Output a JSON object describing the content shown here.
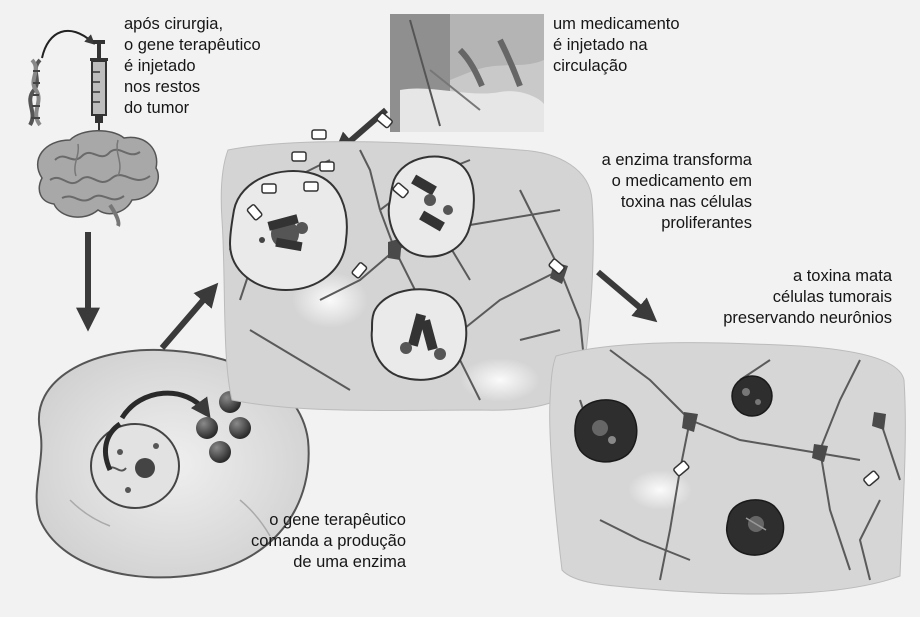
{
  "labels": {
    "gene_injected": "após cirurgia,\no gene terapêutico\né injetado\nnos restos\ndo tumor",
    "drug_injected": "um medicamento\né injetado na\ncirculação",
    "enzyme_transforms": "a enzima transforma\no medicamento em\ntoxina nas células\nproliferantes",
    "toxin_kills": "a toxina mata\ncélulas tumorais\npreservando neurônios",
    "gene_commands": "o gene terapêutico\ncomanda a produção\nde uma enzima"
  },
  "colors": {
    "background": "#f2f2f2",
    "tissue": "#d6d6d6",
    "neuron": "#5a5a5a",
    "arrow": "#3a3a3a",
    "tumor_dark": "#2e2e2e"
  },
  "icons": [
    "syringe-icon",
    "dna-icon",
    "brain-icon",
    "drug-capsule-icon"
  ]
}
